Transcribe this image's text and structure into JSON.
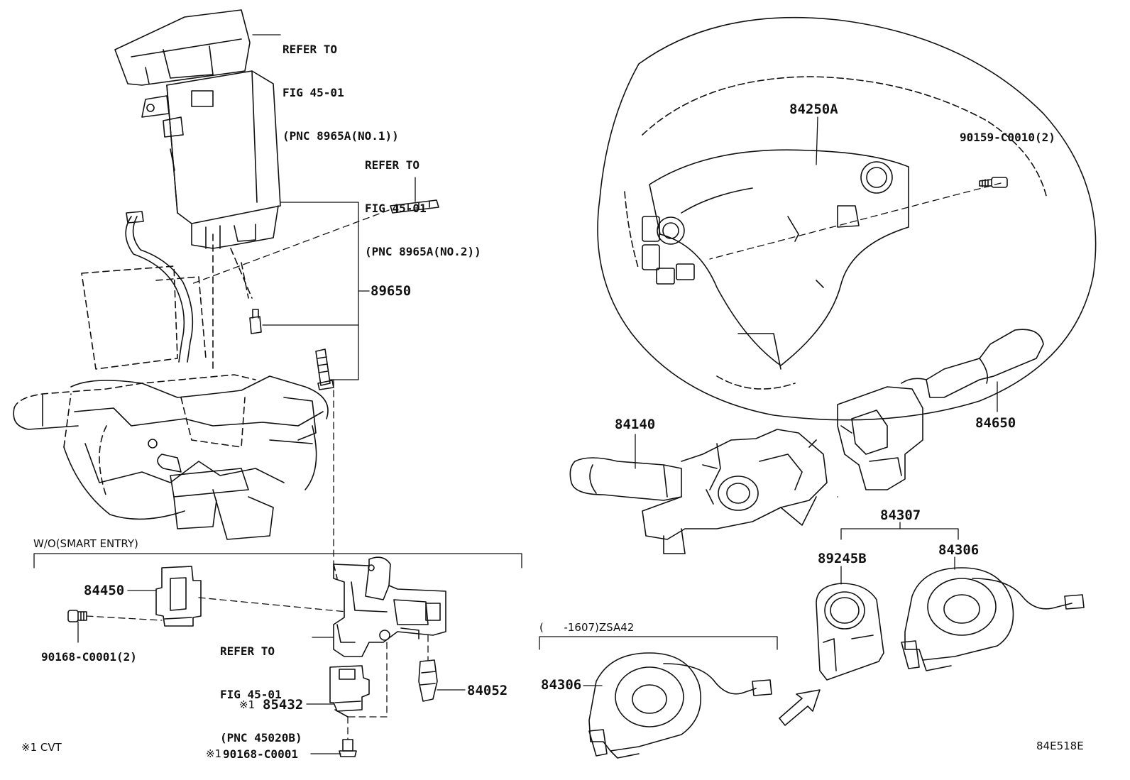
{
  "refs": {
    "r1": [
      "REFER TO",
      "FIG 45-01",
      "(PNC 8965A(NO.1))"
    ],
    "r2": [
      "REFER TO",
      "FIG 45-01",
      "(PNC 8965A(NO.2))"
    ],
    "r3": [
      "REFER TO",
      "FIG 45-01",
      "(PNC 45020B)"
    ]
  },
  "parts": {
    "p84250A": "84250A",
    "p90159": "90159-C0010(2)",
    "p89650": "89650",
    "p84140": "84140",
    "p84650": "84650",
    "p84307": "84307",
    "p89245B": "89245B",
    "p84306a": "84306",
    "p84306b": "84306",
    "p84450": "84450",
    "p90168a": "90168-C0001(2)",
    "p85432": "85432",
    "p84052": "84052",
    "p90168b": "90168-C0001"
  },
  "notes": {
    "smart": "W/O(SMART ENTRY)",
    "zsa": "(      -1607)ZSA42",
    "footnote": "※1 CVT",
    "mark1": "※1",
    "mark2": "※1",
    "figid": "84E518E"
  }
}
